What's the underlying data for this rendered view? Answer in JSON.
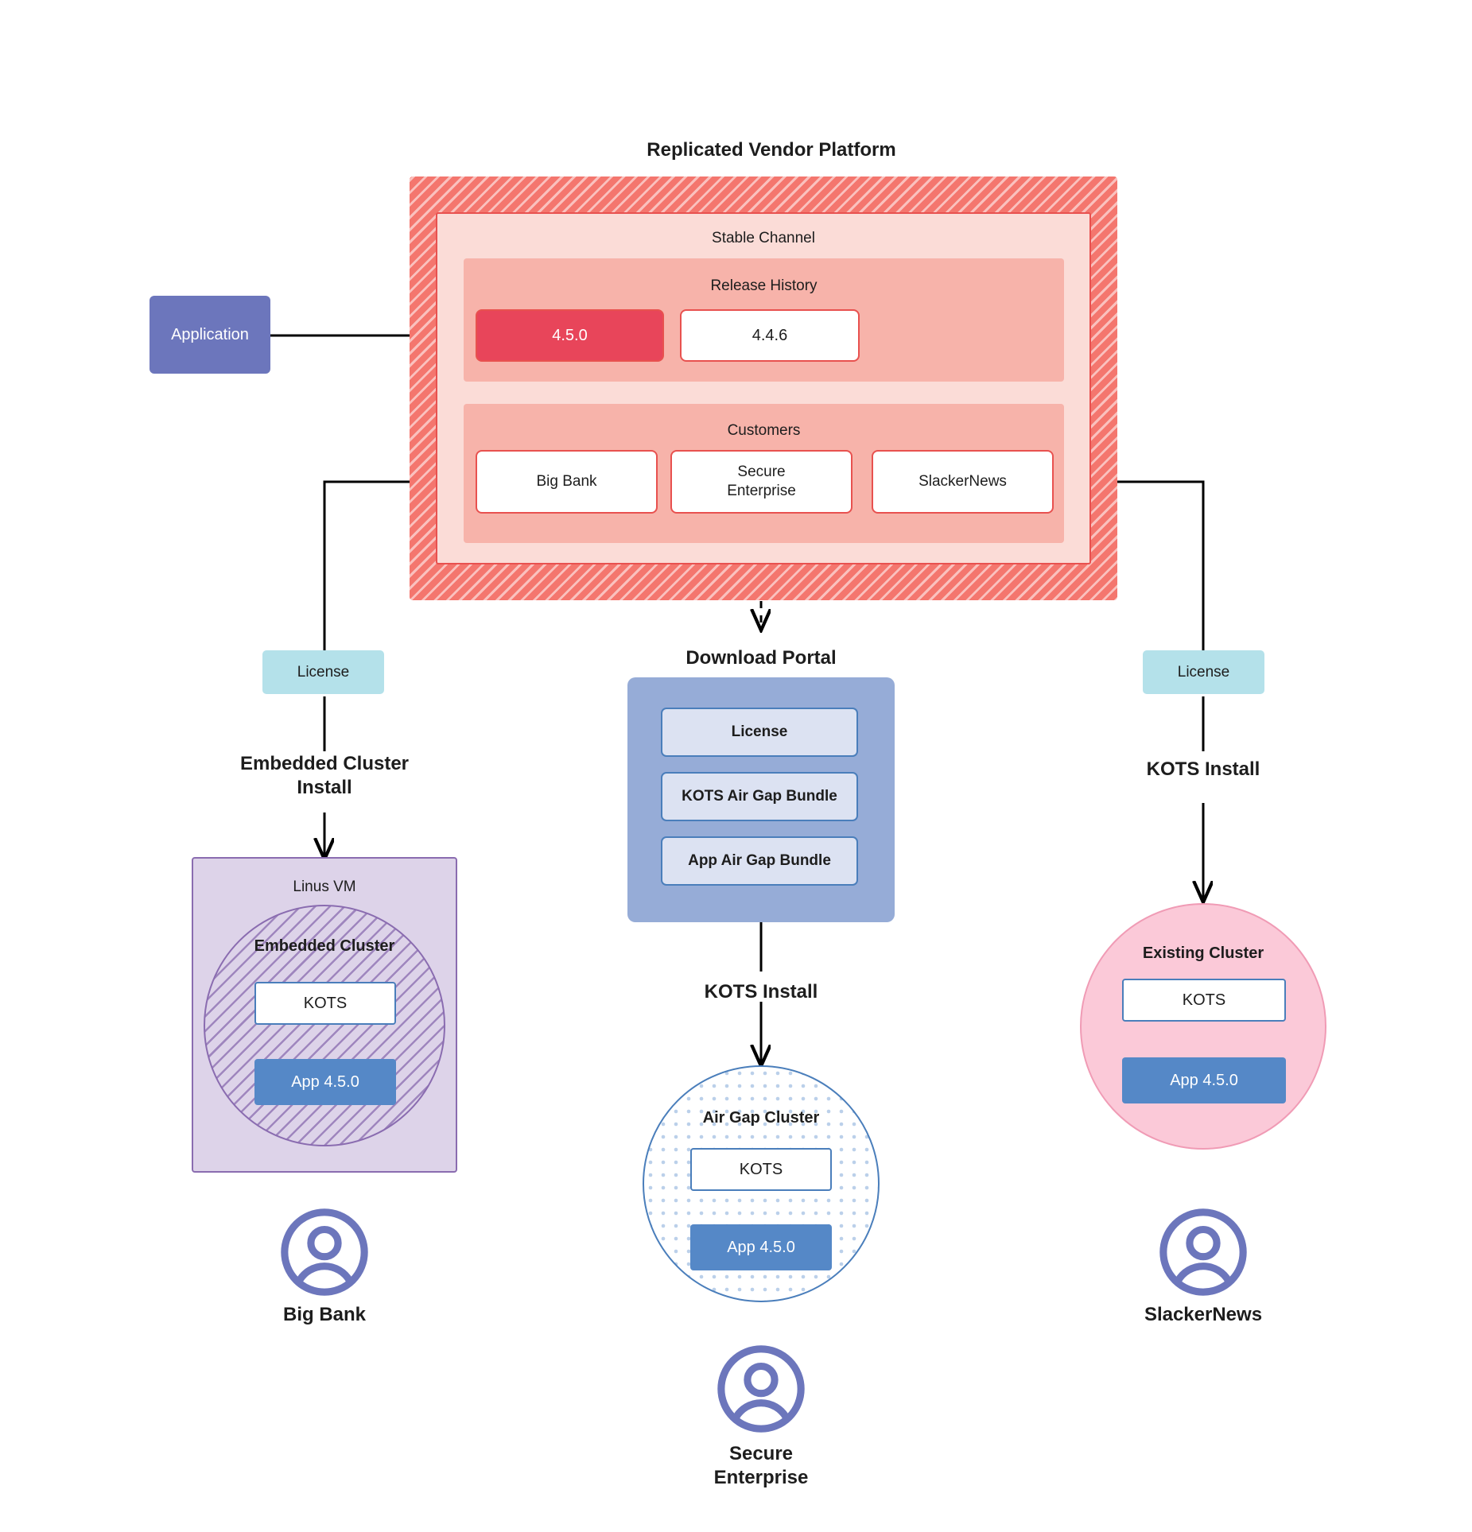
{
  "platform": {
    "title": "Replicated Vendor Platform",
    "channel_label": "Stable Channel",
    "release_history": {
      "label": "Release History",
      "releases": [
        {
          "version": "4.5.0",
          "state": "current"
        },
        {
          "version": "4.4.6",
          "state": "past"
        }
      ]
    },
    "customers": {
      "label": "Customers",
      "items": [
        {
          "name": "Big Bank"
        },
        {
          "name": "Secure\nEnterprise"
        },
        {
          "name": "SlackerNews"
        }
      ]
    }
  },
  "application": {
    "label": "Application"
  },
  "left_branch": {
    "license_label": "License",
    "install_label": "Embedded Cluster\nInstall",
    "vm_title": "Linus VM",
    "cluster_title": "Embedded Cluster",
    "kots_label": "KOTS",
    "app_label": "App 4.5.0",
    "persona": "Big Bank"
  },
  "center_branch": {
    "portal_title": "Download  Portal",
    "portal_items": [
      "License",
      "KOTS Air Gap Bundle",
      "App Air Gap Bundle"
    ],
    "install_label": "KOTS Install",
    "cluster_title": "Air Gap Cluster",
    "kots_label": "KOTS",
    "app_label": "App 4.5.0",
    "persona": "Secure\nEnterprise"
  },
  "right_branch": {
    "license_label": "License",
    "install_label": "KOTS Install",
    "cluster_title": "Existing Cluster",
    "kots_label": "KOTS",
    "app_label": "App 4.5.0",
    "persona": "SlackerNews"
  },
  "colors": {
    "vendor_band": "#F4766E",
    "stable_channel": "#FBDCD7",
    "section": "#F7B3AA",
    "release_current": "#E8455A",
    "accent_red": "#E8514F",
    "application": "#6C76BC",
    "license": "#B4E1EA",
    "portal": "#96ACD7",
    "portal_item": "#DCE2F2",
    "vm": "#DDD3E9",
    "vm_border": "#8A6CB0",
    "cluster_blue": "#4A7EBB",
    "existing_cluster": "#FBC9D8",
    "app_version": "#5588C7",
    "persona": "#6C76BC"
  }
}
